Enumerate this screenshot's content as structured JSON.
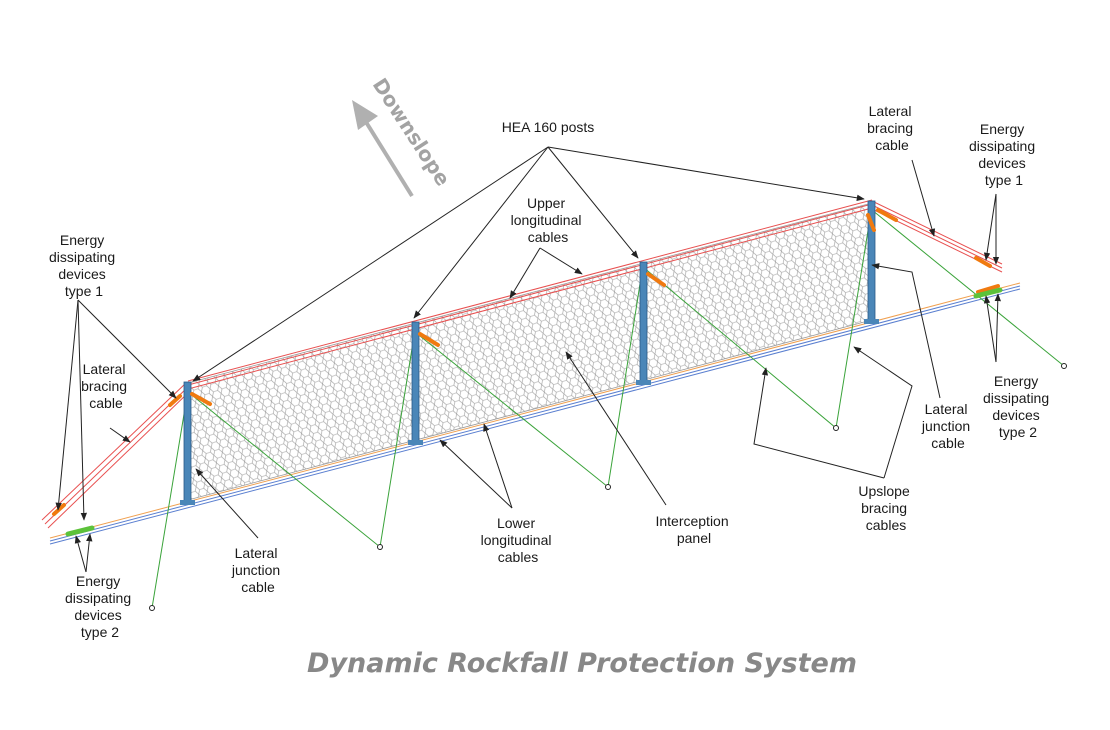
{
  "title": "Dynamic Rockfall Protection System",
  "downslope_label": "Downslope",
  "labels": {
    "posts": "HEA 160 posts",
    "upper_cables": [
      "Upper",
      "longitudinal",
      "cables"
    ],
    "lower_cables": [
      "Lower",
      "longitudinal",
      "cables"
    ],
    "interception_panel": [
      "Interception",
      "panel"
    ],
    "upslope_bracing": [
      "Upslope",
      "bracing",
      "cables"
    ],
    "lateral_bracing_left": [
      "Lateral",
      "bracing",
      "cable"
    ],
    "lateral_bracing_right": [
      "Lateral",
      "bracing",
      "cable"
    ],
    "lateral_junction_left": [
      "Lateral",
      "junction",
      "cable"
    ],
    "lateral_junction_right": [
      "Lateral",
      "junction",
      "cable"
    ],
    "ed_type1_left": [
      "Energy",
      "dissipating",
      "devices",
      "type 1"
    ],
    "ed_type1_right": [
      "Energy",
      "dissipating",
      "devices",
      "type 1"
    ],
    "ed_type2_left": [
      "Energy",
      "dissipating",
      "devices",
      "type 2"
    ],
    "ed_type2_right": [
      "Energy",
      "dissipating",
      "devices",
      "type 2"
    ]
  },
  "colors": {
    "upper_cable": "#e85050",
    "lower_cable": "#5a7fd0",
    "post": "#4a86b8",
    "bracing": "#3aa33a",
    "ed_type1": "#f07a10",
    "ed_type2": "#5cc23a",
    "arrow": "#b0b0b0",
    "mesh": "#9a9a9a",
    "leader": "#222222",
    "title": "#888888"
  }
}
